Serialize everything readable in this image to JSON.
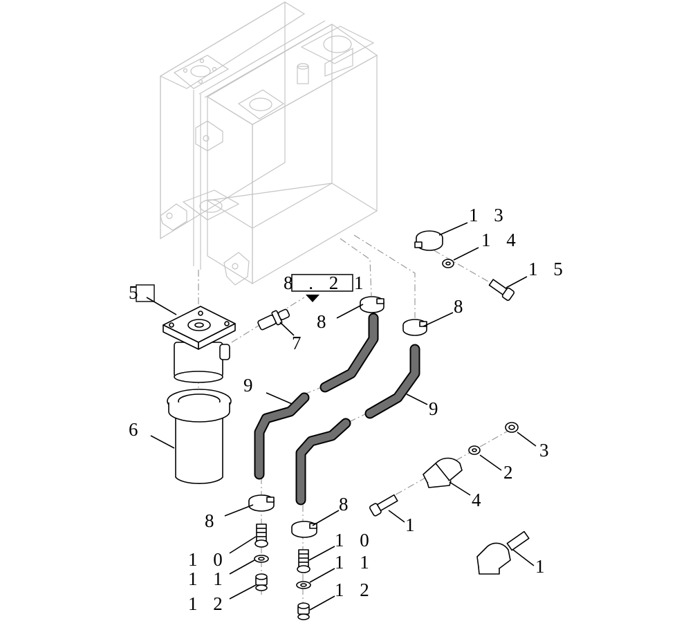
{
  "reference_box": {
    "text": "8 . 2 1"
  },
  "callouts": [
    {
      "id": "5",
      "text": "5"
    },
    {
      "id": "6",
      "text": "6"
    },
    {
      "id": "7",
      "text": "7"
    },
    {
      "id": "8a",
      "text": "8"
    },
    {
      "id": "8b",
      "text": "8"
    },
    {
      "id": "8c",
      "text": "8"
    },
    {
      "id": "8d",
      "text": "8"
    },
    {
      "id": "9a",
      "text": "9"
    },
    {
      "id": "9b",
      "text": "9"
    },
    {
      "id": "10a",
      "text": "1 0"
    },
    {
      "id": "11a",
      "text": "1 1"
    },
    {
      "id": "12a",
      "text": "1 2"
    },
    {
      "id": "10b",
      "text": "1 0"
    },
    {
      "id": "11b",
      "text": "1 1"
    },
    {
      "id": "12b",
      "text": "1 2"
    },
    {
      "id": "13",
      "text": "1 3"
    },
    {
      "id": "14",
      "text": "1 4"
    },
    {
      "id": "15",
      "text": "1 5"
    },
    {
      "id": "1a",
      "text": "1"
    },
    {
      "id": "1b",
      "text": "1"
    },
    {
      "id": "2",
      "text": "2"
    },
    {
      "id": "3",
      "text": "3"
    },
    {
      "id": "4",
      "text": "4"
    }
  ]
}
